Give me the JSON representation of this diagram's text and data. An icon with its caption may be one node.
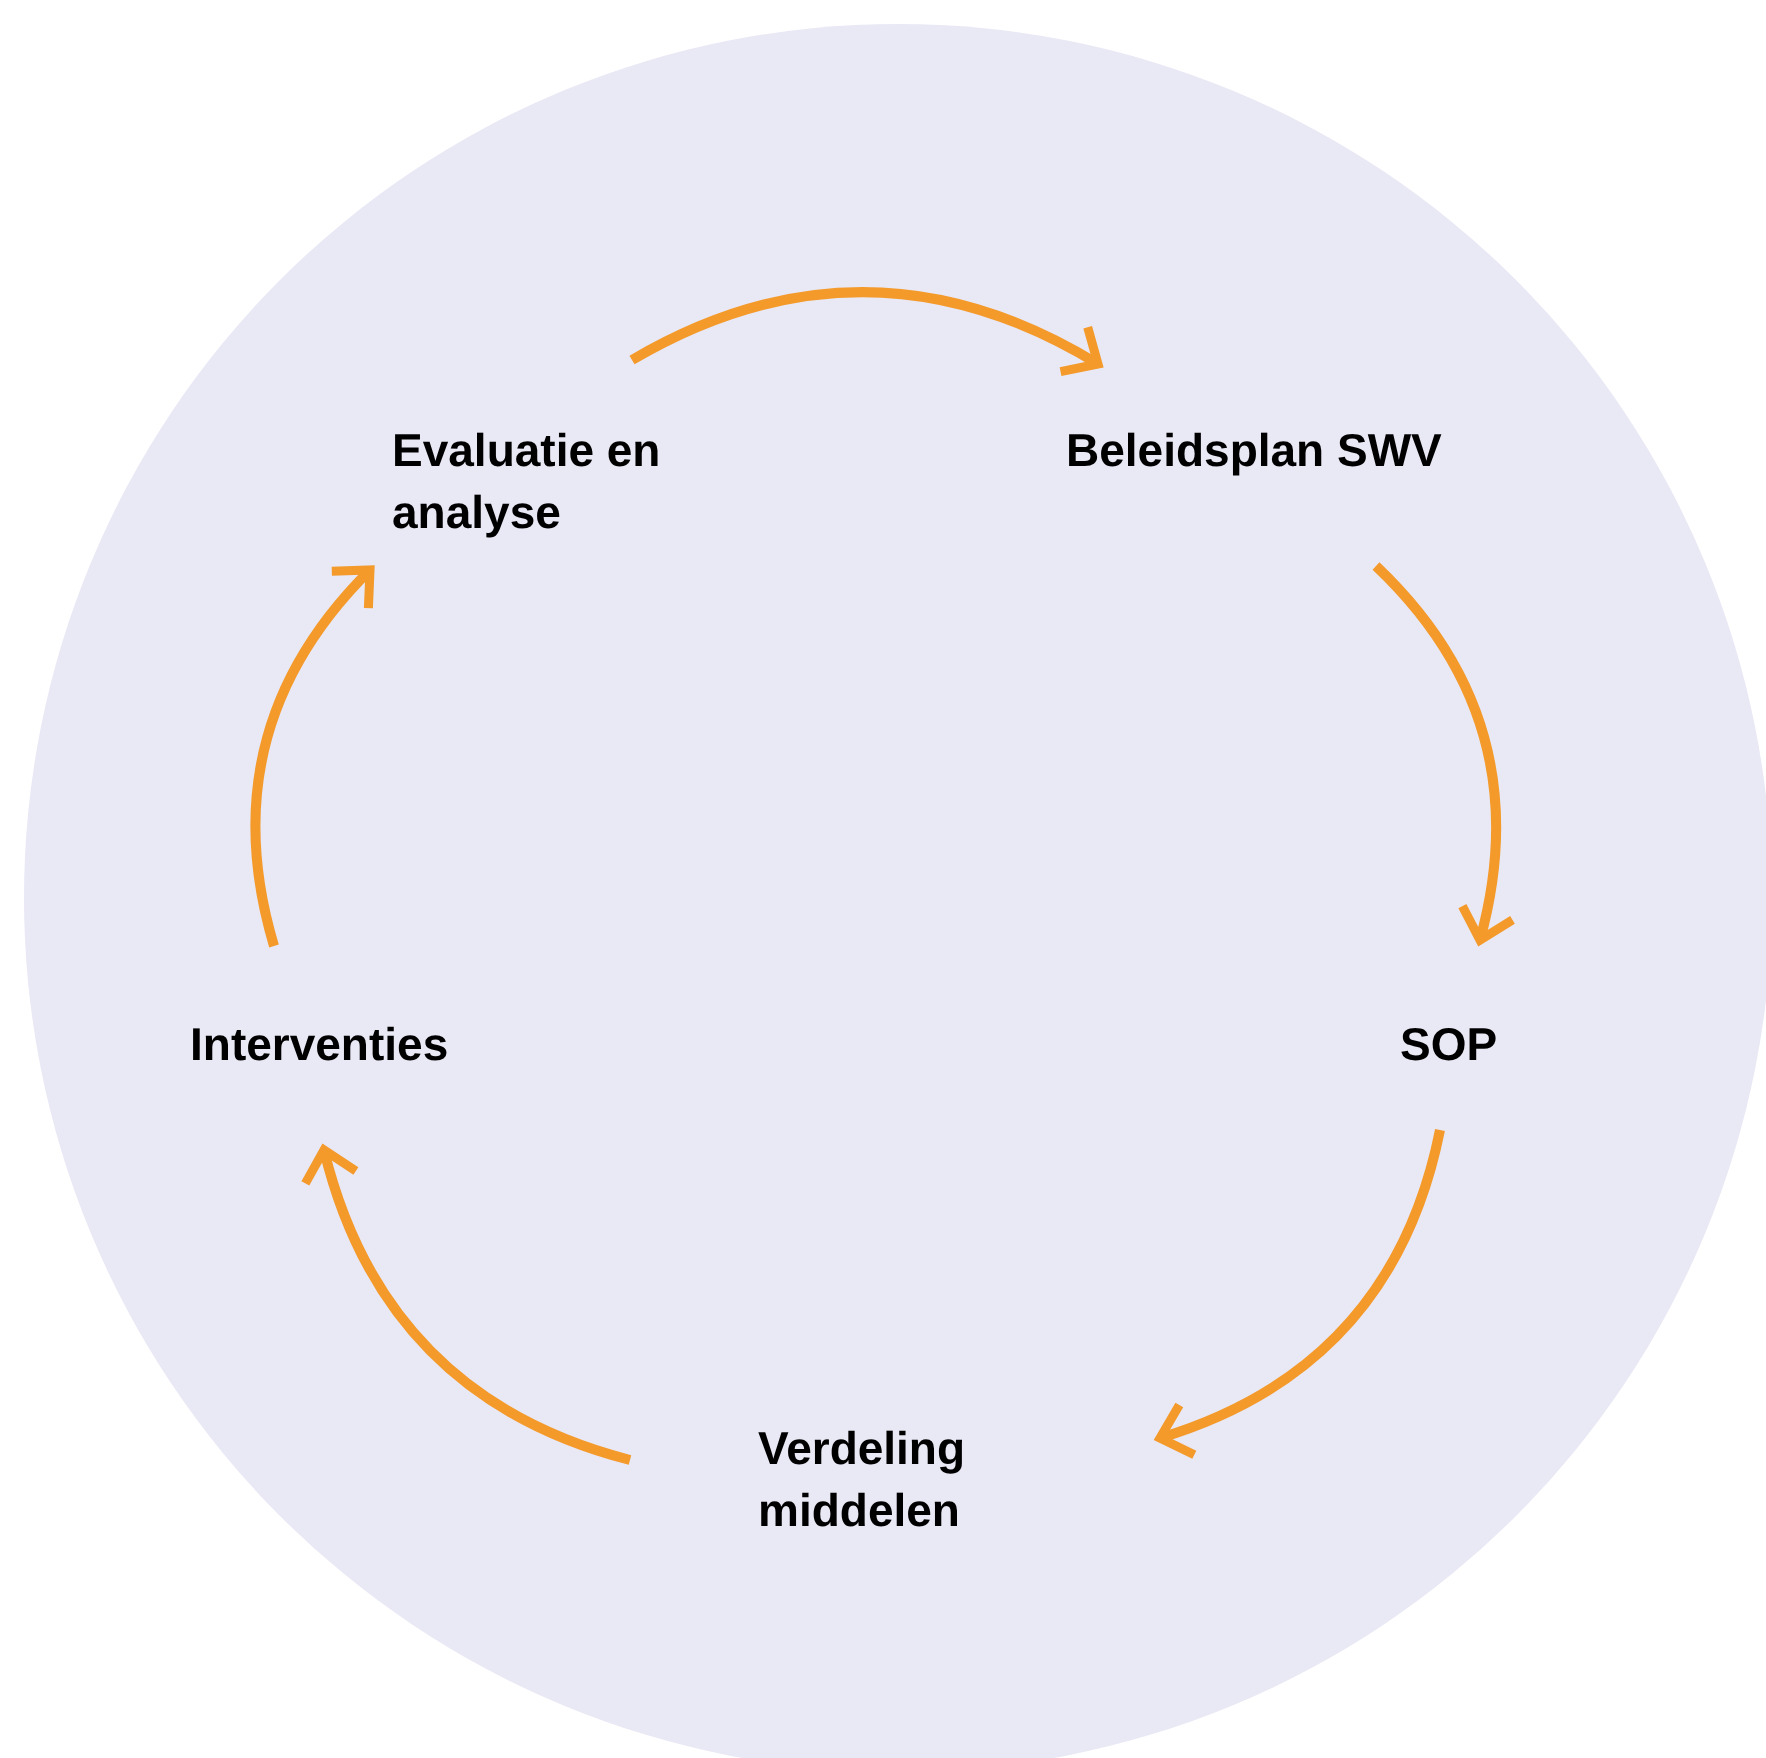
{
  "diagram": {
    "nodes": [
      {
        "text": [],
        "shape": "circle"
      },
      {
        "text": [
          "Evaluatie en analyse"
        ],
        "in": 0
      },
      {
        "text": [
          "Beleidsplan SWV"
        ],
        "in": 0
      },
      {
        "text": [
          "SOP"
        ],
        "in": 0
      },
      {
        "text": [
          "Verdeling middelen"
        ],
        "in": 0
      },
      {
        "text": [
          "Interventies"
        ],
        "in": 0
      }
    ],
    "edges": [
      {
        "from": 1,
        "to": 2,
        "arrow": "to"
      },
      {
        "from": 2,
        "to": 3,
        "arrow": "to"
      },
      {
        "from": 3,
        "to": 4,
        "arrow": "to"
      },
      {
        "from": 4,
        "to": 5,
        "arrow": "to"
      },
      {
        "from": 5,
        "to": 1,
        "arrow": "to"
      }
    ]
  }
}
